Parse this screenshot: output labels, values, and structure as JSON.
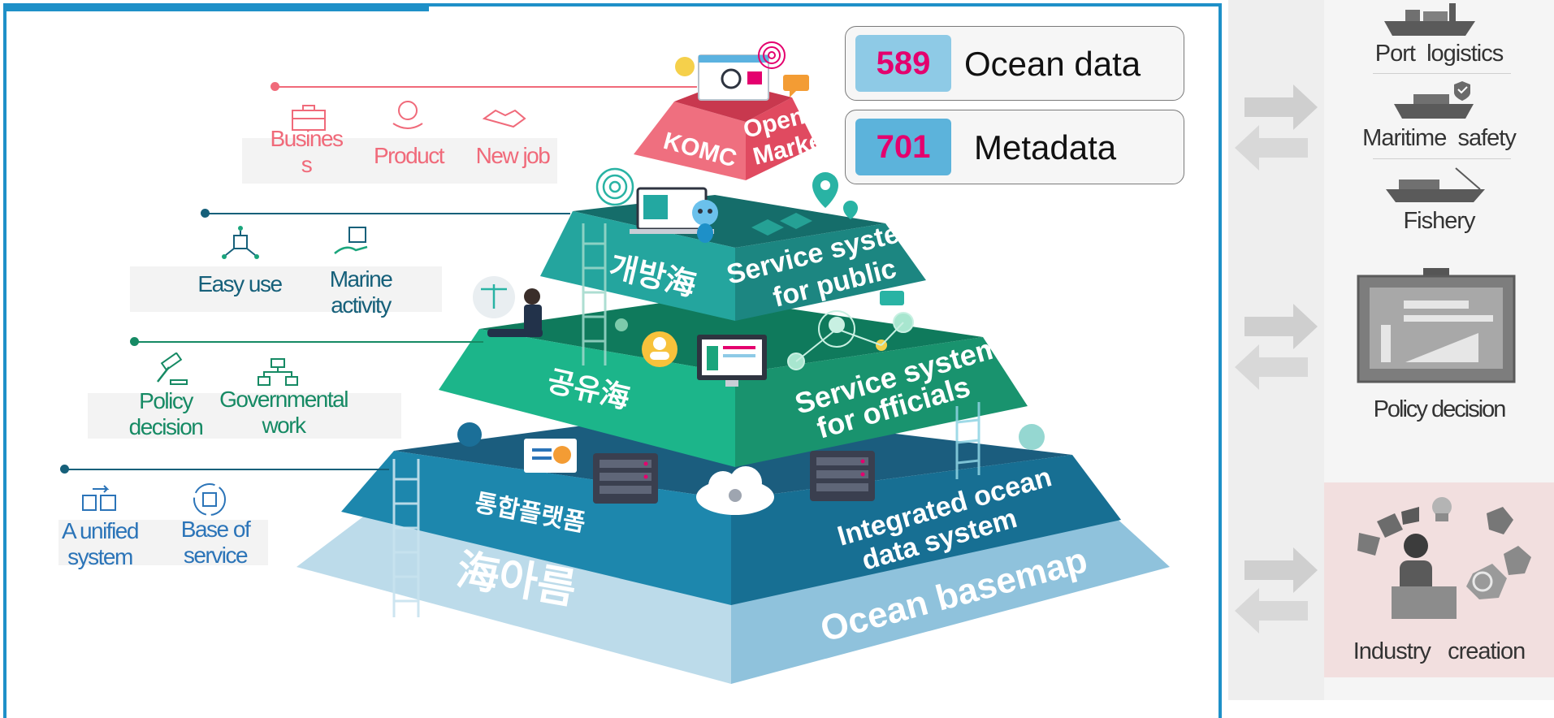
{
  "stats": [
    {
      "value": "589",
      "label": "Ocean data"
    },
    {
      "value": "701",
      "label": "Metadata"
    }
  ],
  "pyramid": {
    "top": {
      "left": "KOMC",
      "right_line1": "Open",
      "right_line2": "Market"
    },
    "tier2": {
      "left": "개방海",
      "right_line1": "Service system",
      "right_line2": "for public"
    },
    "tier3": {
      "left": "공유海",
      "right_line1": "Service system",
      "right_line2": "for officials"
    },
    "tier4": {
      "left": "통합플랫폼",
      "right_line1": "Integrated ocean",
      "right_line2": "data system"
    },
    "base": {
      "left": "海아름",
      "right": "Ocean basemap"
    }
  },
  "benefits": {
    "tier1": {
      "color": "#f06a7a",
      "items": [
        {
          "label": "Busines\ns",
          "icon": "briefcase-icon"
        },
        {
          "label": "Product",
          "icon": "product-icon"
        },
        {
          "label": "New job",
          "icon": "handshake-icon"
        }
      ]
    },
    "tier2": {
      "color": "#16607a",
      "items": [
        {
          "label": "Easy use",
          "icon": "network-icon"
        },
        {
          "label": "Marine\nactivity",
          "icon": "hand-cube-icon"
        }
      ]
    },
    "tier3": {
      "color": "#168a64",
      "items": [
        {
          "label": "Policy\ndecision",
          "icon": "gavel-icon"
        },
        {
          "label": "Governmental\nwork",
          "icon": "org-chart-icon"
        }
      ]
    },
    "tier4": {
      "color": "#2b74b8",
      "items": [
        {
          "label": "A unified\nsystem",
          "icon": "folders-icon"
        },
        {
          "label": "Base of\nservice",
          "icon": "cycle-box-icon"
        }
      ]
    }
  },
  "right_panel": {
    "items": [
      {
        "label": "Port  logistics",
        "icon": "cargo-ship-icon"
      },
      {
        "label": "Maritime  safety",
        "icon": "patrol-ship-icon"
      },
      {
        "label": "Fishery",
        "icon": "fishing-boat-icon"
      },
      {
        "label": "Policy decision",
        "icon": "policy-board-icon"
      },
      {
        "label": "Industry   creation",
        "icon": "industry-person-icon"
      }
    ]
  },
  "colors": {
    "frame": "#1e90c8",
    "stat_number": "#e4006e",
    "tier_top": "#e8566a",
    "tier_public": "#1f9a95",
    "tier_officials": "#1aa57c",
    "tier_platform": "#1a7fa2",
    "tier_base": "#9ccae0"
  }
}
